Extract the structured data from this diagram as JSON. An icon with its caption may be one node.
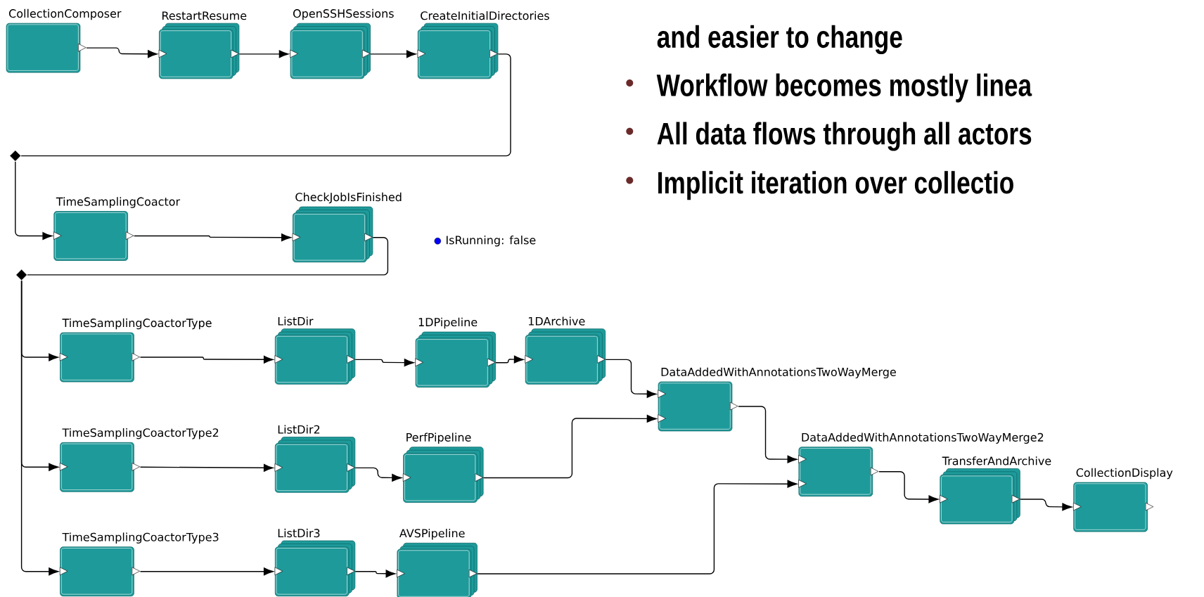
{
  "diagram": {
    "nodes": [
      {
        "text": [
          "CollectionComposer"
        ]
      },
      {
        "text": [
          "RestartResume"
        ]
      },
      {
        "text": [
          "OpenSSHSessions"
        ]
      },
      {
        "text": [
          "CreateInitialDirectories"
        ]
      },
      {
        "text": [],
        "shape": "diamond"
      },
      {
        "text": [
          "TimeSamplingCoactor"
        ]
      },
      {
        "text": [
          "CheckJobIsFinished"
        ]
      },
      {
        "text": [],
        "shape": "diamond"
      },
      {
        "text": [
          "TimeSamplingCoactorType"
        ]
      },
      {
        "text": [
          "ListDir"
        ]
      },
      {
        "text": [
          "1DPipeline"
        ]
      },
      {
        "text": [
          "1DArchive"
        ]
      },
      {
        "text": [
          "DataAddedWithAnnotationsTwoWayMerge"
        ]
      },
      {
        "text": [
          "TimeSamplingCoactorType2"
        ]
      },
      {
        "text": [
          "ListDir2"
        ]
      },
      {
        "text": [
          "PerfPipeline"
        ]
      },
      {
        "text": [
          "DataAddedWithAnnotationsTwoWayMerge2"
        ]
      },
      {
        "text": [
          "TransferAndArchive"
        ]
      },
      {
        "text": [
          "CollectionDisplay"
        ]
      },
      {
        "text": [
          "TimeSamplingCoactorType3"
        ]
      },
      {
        "text": [
          "ListDir3"
        ]
      },
      {
        "text": [
          "AVSPipeline"
        ]
      }
    ],
    "edges": [
      {
        "from": 0,
        "to": 1,
        "arrow": "to"
      },
      {
        "from": 1,
        "to": 2,
        "arrow": "to"
      },
      {
        "from": 2,
        "to": 3,
        "arrow": "to"
      },
      {
        "from": 3,
        "to": 4,
        "arrow": "none"
      },
      {
        "from": 4,
        "to": 5,
        "arrow": "to"
      },
      {
        "from": 5,
        "to": 6,
        "arrow": "to"
      },
      {
        "from": 6,
        "to": 7,
        "arrow": "none"
      },
      {
        "from": 7,
        "to": 8,
        "arrow": "to"
      },
      {
        "from": 7,
        "to": 13,
        "arrow": "to"
      },
      {
        "from": 7,
        "to": 19,
        "arrow": "to"
      },
      {
        "from": 8,
        "to": 9,
        "arrow": "to"
      },
      {
        "from": 9,
        "to": 10,
        "arrow": "to"
      },
      {
        "from": 10,
        "to": 11,
        "arrow": "to"
      },
      {
        "from": 11,
        "to": 12,
        "arrow": "to"
      },
      {
        "from": 13,
        "to": 14,
        "arrow": "to"
      },
      {
        "from": 14,
        "to": 15,
        "arrow": "to"
      },
      {
        "from": 15,
        "to": 12,
        "arrow": "to"
      },
      {
        "from": 12,
        "to": 16,
        "arrow": "to"
      },
      {
        "from": 19,
        "to": 20,
        "arrow": "to"
      },
      {
        "from": 20,
        "to": 21,
        "arrow": "to"
      },
      {
        "from": 21,
        "to": 16,
        "arrow": "to"
      },
      {
        "from": 16,
        "to": 17,
        "arrow": "to"
      },
      {
        "from": 17,
        "to": 18,
        "arrow": "to"
      }
    ],
    "labels": [
      "and easier to change",
      "Workflow becomes mostly linea",
      "All data flows through all actors",
      "IsRunning: false",
      "Implicit iteration over collectio"
    ]
  }
}
